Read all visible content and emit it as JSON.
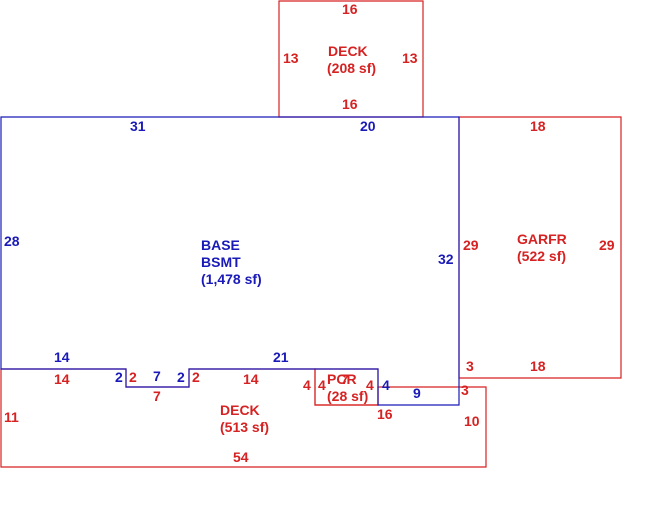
{
  "colors": {
    "base": "#1a1ab8",
    "red": "#d62222",
    "background": "#ffffff"
  },
  "areas": {
    "deck_top": {
      "name": "DECK",
      "area": "(208 sf)"
    },
    "base": {
      "line1": "BASE",
      "line2": "BSMT",
      "area": "(1,478 sf)"
    },
    "garage": {
      "name": "GARFR",
      "area": "(522 sf)"
    },
    "deck_bottom": {
      "name": "DECK",
      "area": "(513 sf)"
    },
    "porch": {
      "name": "PCR",
      "area": "(28 sf)",
      "overlay": "7"
    }
  },
  "dims": {
    "deck_top_top": "16",
    "deck_top_left": "13",
    "deck_top_right": "13",
    "deck_top_bottom": "16",
    "base_top_left": "31",
    "base_top_right": "20",
    "base_left": "28",
    "base_right": "32",
    "base_bottom_left": "14",
    "base_bottom_mid": "21",
    "base_notch_left": "2",
    "base_notch_bottom": "7",
    "base_notch_right": "2",
    "base_porch_right": "4",
    "base_bottom_right": "9",
    "garage_top": "18",
    "garage_left": "29",
    "garage_right": "29",
    "garage_bottom": "18",
    "garage_small": "3",
    "deck_bot_left_top": "14",
    "deck_bot_notch_left": "2",
    "deck_bot_notch_bottom": "7",
    "deck_bot_notch_right": "2",
    "deck_bot_mid_top": "14",
    "porch_left_outer": "4",
    "porch_left_inner": "4",
    "porch_right_inner": "4",
    "deck_bot_step": "16",
    "deck_bot_right_small": "3",
    "deck_bot_left": "11",
    "deck_bot_right": "10",
    "deck_bot_bottom": "54"
  }
}
